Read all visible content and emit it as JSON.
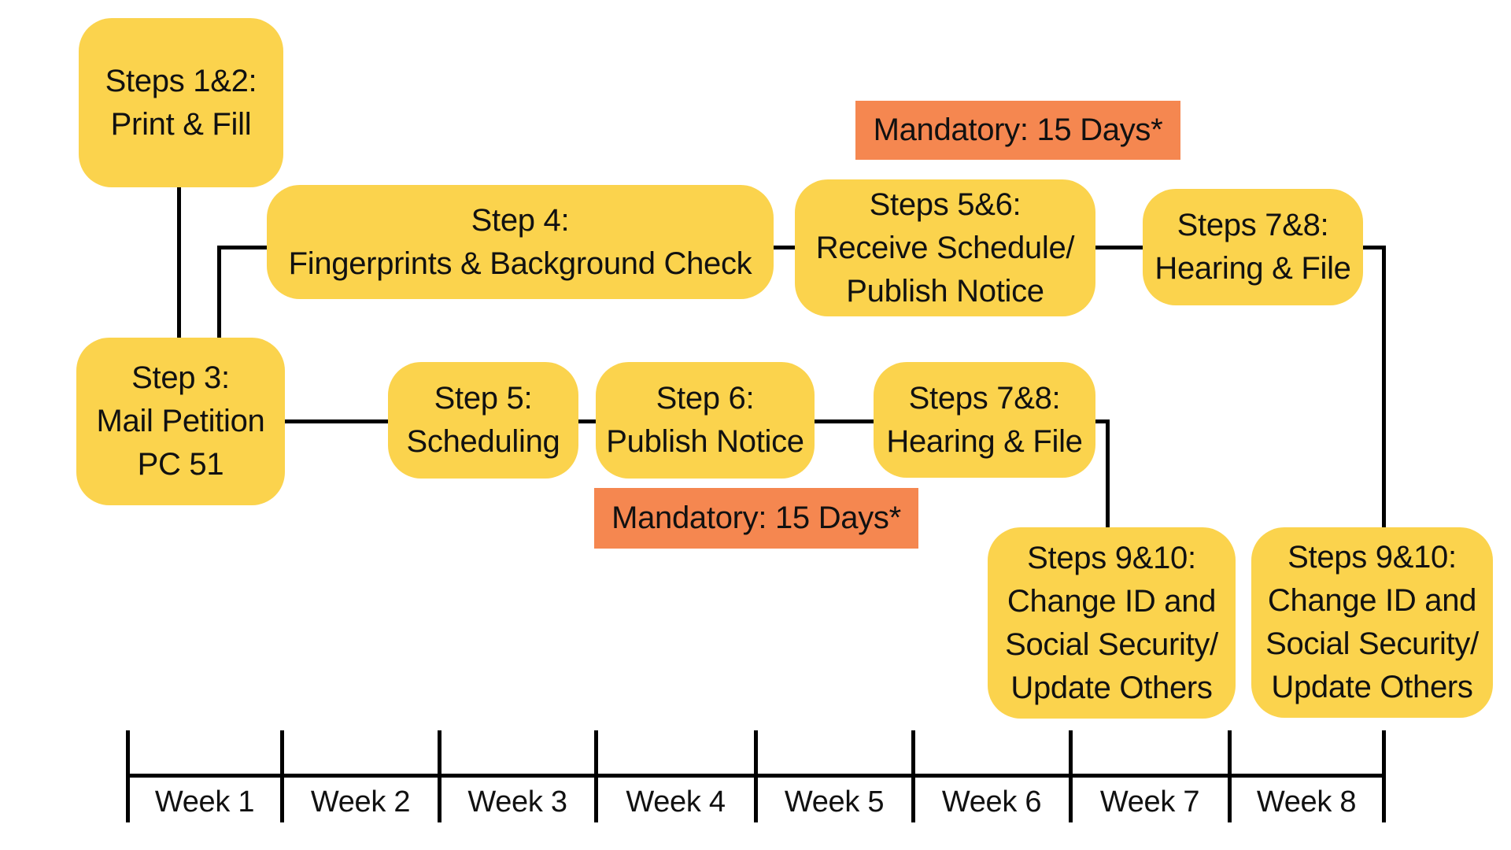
{
  "colors": {
    "yellow": "#FBD34D",
    "orange": "#F58750",
    "line": "#000000",
    "text": "#111111",
    "background": "#FFFFFF"
  },
  "boxes": {
    "steps12": {
      "lines": [
        "Steps 1&2:",
        "Print & Fill"
      ]
    },
    "step4": {
      "lines": [
        "Step 4:",
        "Fingerprints & Background Check"
      ]
    },
    "steps56": {
      "lines": [
        "Steps 5&6:",
        "Receive Schedule/",
        "Publish Notice"
      ]
    },
    "steps78_top": {
      "lines": [
        "Steps 7&8:",
        "Hearing & File"
      ]
    },
    "step3": {
      "lines": [
        "Step 3:",
        "Mail Petition",
        "PC 51"
      ]
    },
    "step5": {
      "lines": [
        "Step 5:",
        "Scheduling"
      ]
    },
    "step6": {
      "lines": [
        "Step 6:",
        "Publish Notice"
      ]
    },
    "steps78_bottom": {
      "lines": [
        "Steps 7&8:",
        "Hearing & File"
      ]
    },
    "steps910_left": {
      "lines": [
        "Steps 9&10:",
        "Change ID and",
        "Social Security/",
        "Update Others"
      ]
    },
    "steps910_right": {
      "lines": [
        "Steps 9&10:",
        "Change ID and",
        "Social Security/",
        "Update Others"
      ]
    }
  },
  "labels": {
    "mandatory_top": "Mandatory: 15 Days*",
    "mandatory_bottom": "Mandatory: 15 Days*"
  },
  "timeline": {
    "weeks": [
      "Week 1",
      "Week 2",
      "Week 3",
      "Week 4",
      "Week 5",
      "Week 6",
      "Week 7",
      "Week 8"
    ]
  }
}
